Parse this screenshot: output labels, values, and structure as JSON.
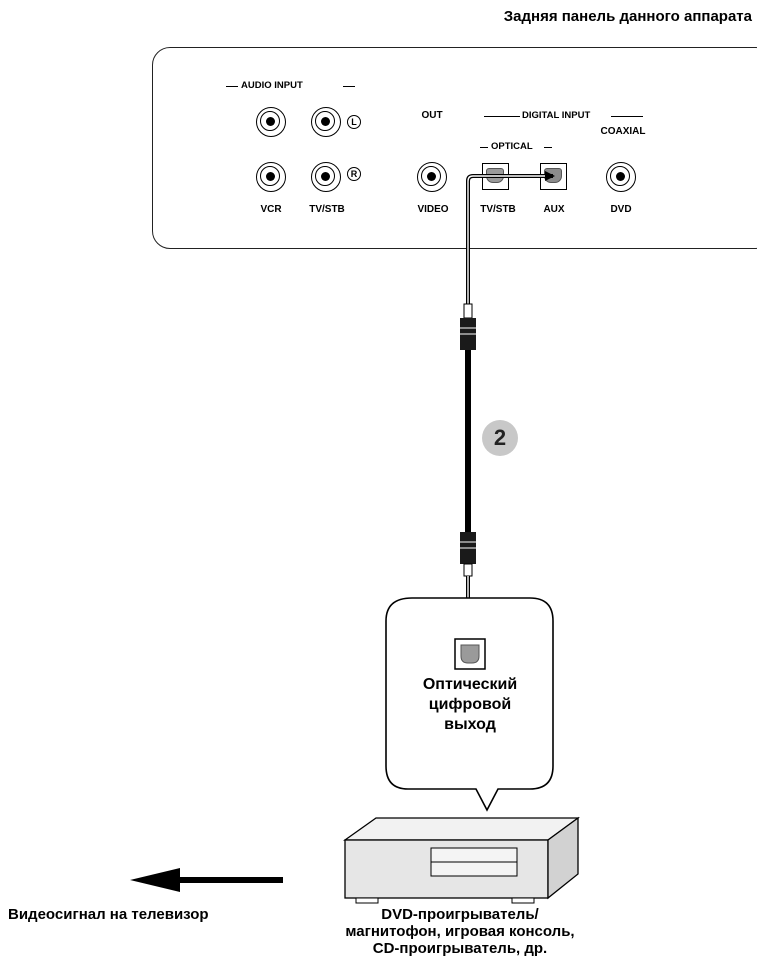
{
  "header": {
    "panel_title": "Задняя панель данного аппарата"
  },
  "rear_panel": {
    "audio_input_label": "AUDIO INPUT",
    "out_label": "OUT",
    "digital_input_label": "DIGITAL INPUT",
    "coaxial_label": "COAXIAL",
    "optical_label": "OPTICAL",
    "left_mark": "L",
    "right_mark": "R",
    "jacks": {
      "vcr": "VCR",
      "tv_stb_audio": "TV/STB",
      "video": "VIDEO",
      "tv_stb_optical": "TV/STB",
      "aux": "AUX",
      "dvd": "DVD"
    }
  },
  "cable": {
    "step_number": "2"
  },
  "source_device": {
    "port_label": "Оптический цифровой выход",
    "port_lines": [
      "Оптический",
      "цифровой",
      "выход"
    ],
    "caption_lines": [
      "DVD-проигрыватель/",
      "магнитофон, игровая консоль,",
      "CD-проигрыватель, др."
    ]
  },
  "video_output": {
    "caption": "Видеосигнал на телевизор"
  },
  "colors": {
    "line": "#000000",
    "badge": "#c8c8c8",
    "device_body": "#e6e6e6"
  }
}
